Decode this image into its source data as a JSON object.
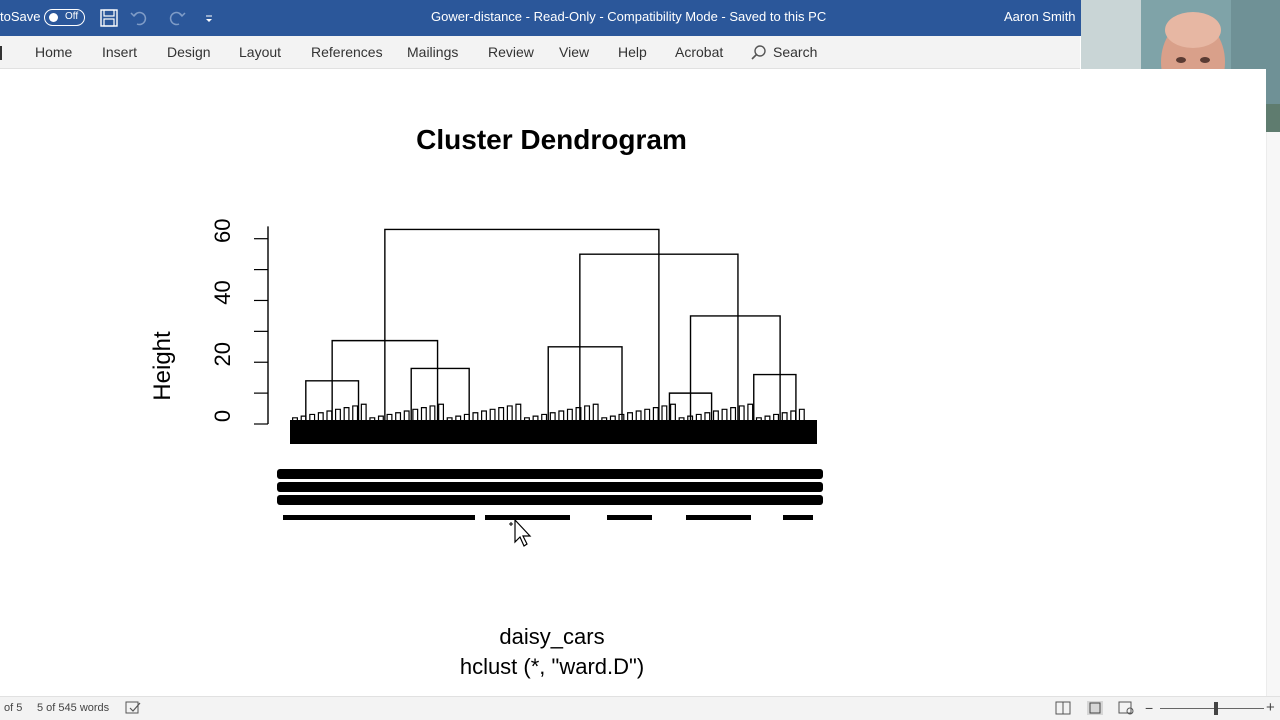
{
  "titlebar": {
    "autosave_label": "toSave",
    "autosave_state": "Off",
    "doc_title": "Gower-distance  -  Read-Only  -  Compatibility Mode  -  Saved to this PC",
    "user_name": "Aaron Smith",
    "bg_color": "#2b579a"
  },
  "ribbon": {
    "tabs": [
      {
        "label": "Home"
      },
      {
        "label": "Insert"
      },
      {
        "label": "Design"
      },
      {
        "label": "Layout"
      },
      {
        "label": "References"
      },
      {
        "label": "Mailings"
      },
      {
        "label": "Review"
      },
      {
        "label": "View"
      },
      {
        "label": "Help"
      },
      {
        "label": "Acrobat"
      }
    ],
    "search_label": "Search"
  },
  "chart_data": {
    "type": "dendrogram",
    "title": "Cluster Dendrogram",
    "ylabel": "Height",
    "subtitle_lines": [
      "daisy_cars",
      "hclust (*, \"ward.D\")"
    ],
    "yticks": [
      0,
      20,
      40,
      60
    ],
    "ylim": [
      0,
      68
    ],
    "merges": [
      {
        "left_x": 0.18,
        "right_x": 0.7,
        "height": 63
      },
      {
        "left_x": 0.55,
        "right_x": 0.85,
        "height": 55
      },
      {
        "left_x": 0.08,
        "right_x": 0.28,
        "height": 27
      },
      {
        "left_x": 0.49,
        "right_x": 0.63,
        "height": 25
      },
      {
        "left_x": 0.76,
        "right_x": 0.93,
        "height": 35
      },
      {
        "left_x": 0.03,
        "right_x": 0.13,
        "height": 14
      },
      {
        "left_x": 0.23,
        "right_x": 0.34,
        "height": 18
      },
      {
        "left_x": 0.72,
        "right_x": 0.8,
        "height": 10
      },
      {
        "left_x": 0.88,
        "right_x": 0.96,
        "height": 16
      }
    ]
  },
  "statusbar": {
    "page_info": "of 5",
    "word_count": "5 of 545 words"
  },
  "colors": {
    "accent": "#2b579a",
    "ribbon_bg": "#f3f3f3",
    "status_bg": "#f3f3f3"
  }
}
